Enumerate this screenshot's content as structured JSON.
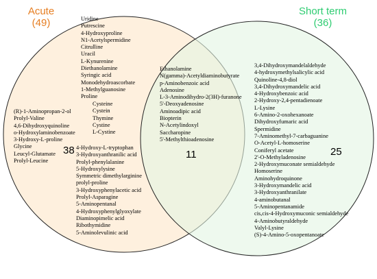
{
  "sets": {
    "acute": {
      "title": "Acute",
      "count_label": "(49)",
      "color": "#E67E22"
    },
    "short_term": {
      "title": "Short term",
      "count_label": "(36)",
      "color": "#2ECC71"
    }
  },
  "regions": {
    "acute_only": {
      "count": "38",
      "left_items": [
        "(R)-1-Aminopropan-2-ol",
        "Prolyl-Valine",
        "4,6-Dihydroxyquinoline",
        "o-Hydroxylaminobenzoate",
        "3-Hydroxy-L-proline",
        "Glycine",
        "Leucyl-Glutamate",
        "Prolyl-Leucine"
      ],
      "top_items": [
        "Uridine",
        "Putrescine",
        "4-Hydroxyproline",
        "N1-Acetylspermidine",
        "Citrulline",
        "Uracil",
        "L-Kynurenine",
        "Diethanolamine",
        "Syringic acid",
        "Monodehydroascorbate",
        "1-Methylguanosine",
        "Proline"
      ],
      "indent_items": [
        "Cysteine",
        "Cystein",
        "Thymine",
        "Cystine",
        "L-Cystine"
      ],
      "bottom_items": [
        "4-Hydroxy-L-tryptophan",
        "3-Hydroxyanthranilic acid",
        "Prolyl-phenylalanine",
        "5-Hydroxylysine",
        "Symmetric dimethylarginine",
        "prolyl-proline",
        "3-Hydroxyphenylacetic acid",
        "Prolyl-Asparagine",
        "5-Aminopentanal",
        "4-Hydroxyphenylglyoxylate",
        "Diaminopimelic acid",
        "Ribothymidine",
        "5-Aminolevulinic acid"
      ]
    },
    "overlap": {
      "count": "11",
      "items": [
        "Ethanolamine",
        "N(gamma)-Acetyldiaminobutyrate",
        "p-Aminobenzoic acid",
        "Adenosine",
        "L-3-Aminodihydro-2(3H)-furanone",
        "5'-Deoxyadenosine",
        "Aminoadipic acid",
        "Biopterin",
        "N-Acetylindoxyl",
        "Saccharopine",
        "5'-Methylthioadenosine"
      ]
    },
    "short_only": {
      "count": "25",
      "items": [
        "3,4-Dihydroxymandelaldehyde",
        "4-hydroxymethylsalicylic acid",
        "Quinoline-4,8-diol",
        "3,4-Dihydroxymandelic acid",
        "4-Hydroxybenzoic acid",
        "2-Hydroxy-2,4-pentadienoate",
        "L-Lysine",
        "6-Amino-2-oxohexanoate",
        "Dihydroxyfumaric acid",
        "Spermidine",
        "7-Aminomethyl-7-carbaguanine",
        "O-Acetyl-L-homoserine",
        "Coniferyl acetate",
        "2'-O-Methyladenosine",
        "2-Hydroxymuconate semialdehyde",
        "Homoserine",
        "Aminohydroquinone",
        "3-Hydroxymandelic acid",
        "3-Hydroxyanthranilate",
        "4-aminobutanal",
        "5-Aminopentanamide",
        "cis,cis-4-Hydroxymuconic semialdehyde",
        "4-Aminobutyraldehyde",
        "Valyl-Lysine",
        "(S)-4-Amino-5-oxopentanoate"
      ]
    }
  }
}
